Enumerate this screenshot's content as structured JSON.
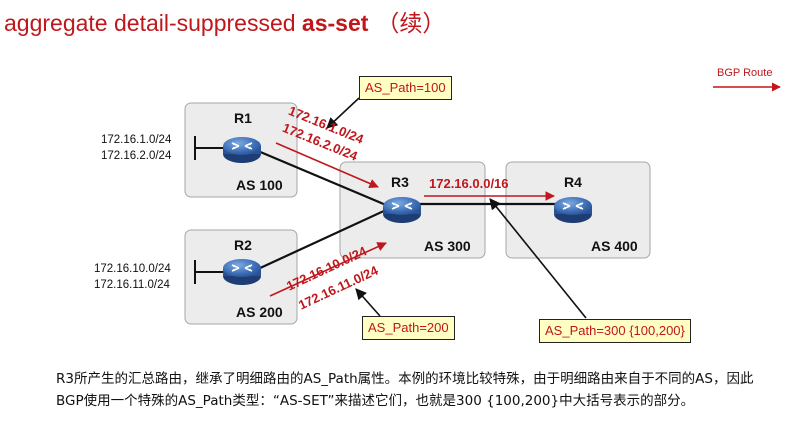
{
  "title": {
    "prefix": "aggregate detail-suppressed ",
    "bold": "as-set",
    "suffix": "（续）"
  },
  "legend": {
    "label": "BGP Route",
    "color": "#c0171c"
  },
  "routers": [
    {
      "name": "R1",
      "as": "AS 100",
      "icon": "router-icon"
    },
    {
      "name": "R2",
      "as": "AS 200",
      "icon": "router-icon"
    },
    {
      "name": "R3",
      "as": "AS 300",
      "icon": "router-icon"
    },
    {
      "name": "R4",
      "as": "AS 400",
      "icon": "router-icon"
    }
  ],
  "r1_networks": [
    "172.16.1.0/24",
    "172.16.2.0/24"
  ],
  "r2_networks": [
    "172.16.10.0/24",
    "172.16.11.0/24"
  ],
  "routes_r1_to_r3": [
    "172.16.1.0/24",
    "172.16.2.0/24"
  ],
  "routes_r2_to_r3": [
    "172.16.10.0/24",
    "172.16.11.0/24"
  ],
  "route_r3_to_r4": "172.16.0.0/16",
  "as_path_boxes": {
    "r1": "AS_Path=100",
    "r2": "AS_Path=200",
    "r4": "AS_Path=300 {100,200}"
  },
  "caption": "R3所产生的汇总路由，继承了明细路由的AS_Path属性。本例的环境比较特殊，由于明细路由来自于不同的AS，因此BGP使用一个特殊的AS_Path类型：“AS-SET”来描述它们，也就是300 {100,200}中大括号表示的部分。"
}
